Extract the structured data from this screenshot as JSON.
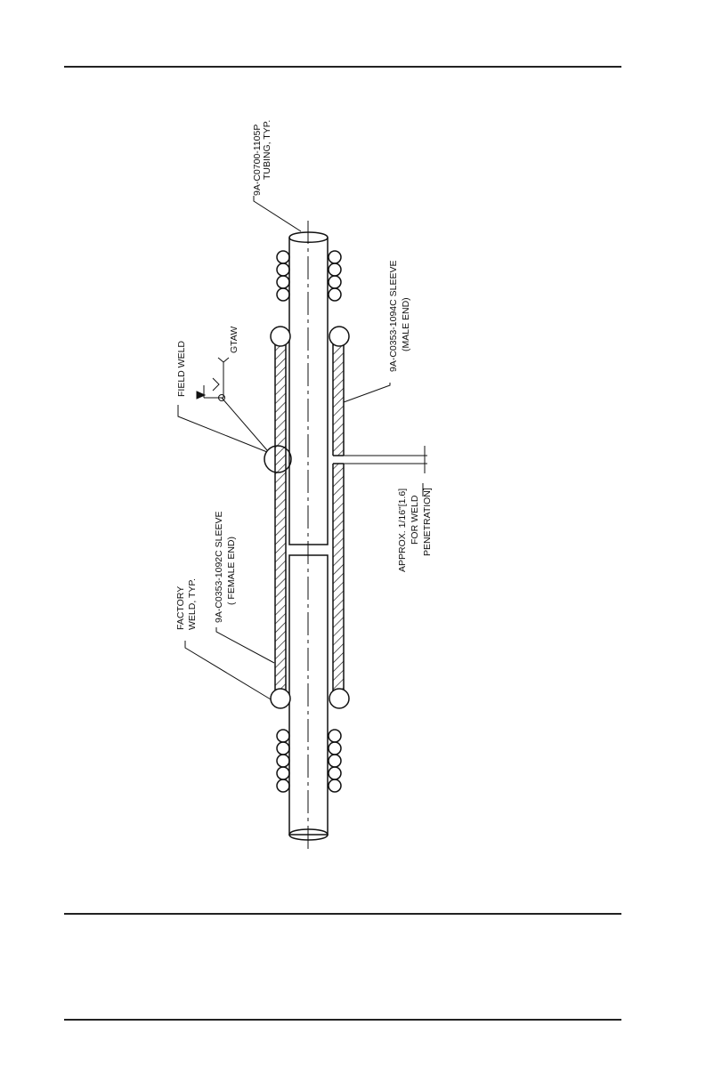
{
  "labels": {
    "tubing_line1": "9A-C0700-1105P",
    "tubing_line2": "TUBING, TYP.",
    "male_sleeve_line1": "9A-C0353-1094C SLEEVE",
    "male_sleeve_line2": "(MALE END)",
    "field_weld": "FIELD WELD",
    "gtaw": "GTAW",
    "female_sleeve_line1": "9A-C0353-1092C SLEEVE",
    "female_sleeve_line2": "( FEMALE END)",
    "factory_line1": "FACTORY",
    "factory_line2": "WELD, TYP.",
    "gap_line1": "APPROX. 1/16\"[1.6]",
    "gap_line2": "FOR WELD",
    "gap_line3": "PENETRATION]"
  }
}
